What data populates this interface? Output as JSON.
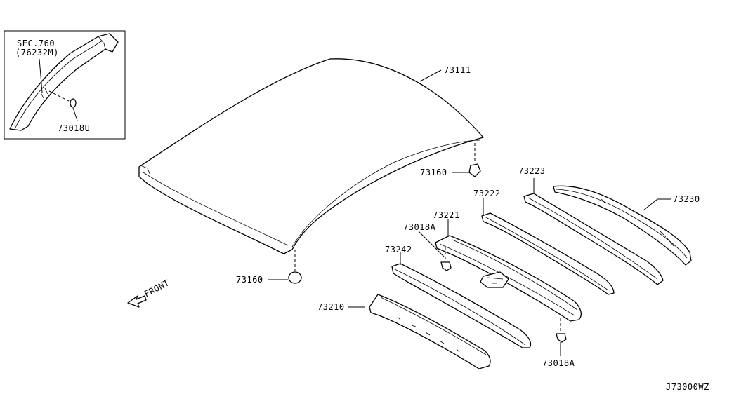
{
  "inset": {
    "section_label": "SEC.760",
    "section_ref": "(76232M)",
    "part_label": "73018U"
  },
  "parts": {
    "roof_panel": "73111",
    "clip_upper": "73160",
    "clip_lower": "73160",
    "bow_rear": "73223",
    "rail_rear": "73230",
    "bow_mid": "73222",
    "bow_front_assy": "73221",
    "bolt_upper": "73018A",
    "bow_front": "73242",
    "rail_front": "73210",
    "bolt_lower": "73018A"
  },
  "front_indicator": "FRONT",
  "diagram_code": "J73000WZ"
}
